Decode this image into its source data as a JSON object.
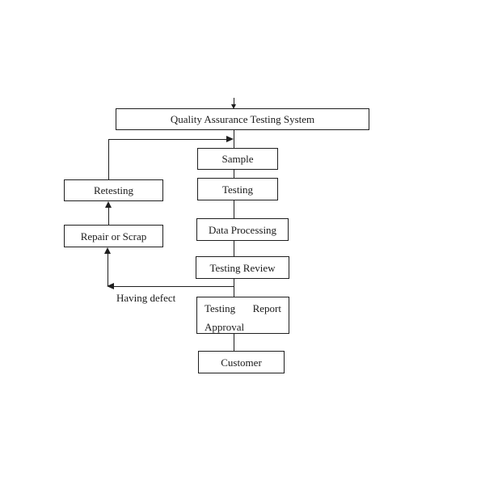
{
  "diagram": {
    "title": "Quality Assurance Testing System",
    "nodes": {
      "sample": "Sample",
      "testing": "Testing",
      "data_processing": "Data Processing",
      "testing_review": "Testing Review",
      "testing_report_word1": "Testing",
      "testing_report_word2": "Report",
      "testing_report_line2": "Approval",
      "customer": "Customer",
      "retesting": "Retesting",
      "repair_or_scrap": "Repair or Scrap"
    },
    "edges": {
      "defect_label": "Having defect"
    },
    "colors": {
      "line": "#1f1f1f",
      "text": "#1a1a1a",
      "background": "#ffffff"
    }
  }
}
